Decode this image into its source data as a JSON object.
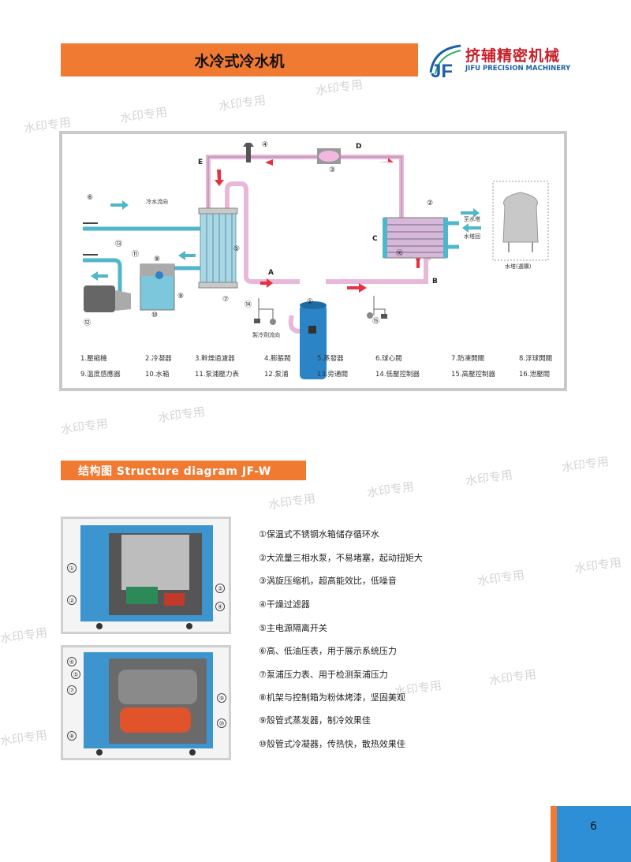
{
  "header": {
    "title": "水冷式冷水机"
  },
  "logo": {
    "mark": "JF",
    "name_cn": "挤辅精密机械",
    "name_en": "JIFU PRECISION MACHINERY"
  },
  "diagram": {
    "point_labels": [
      "A",
      "B",
      "C",
      "D",
      "E"
    ],
    "numbers": [
      "①",
      "②",
      "③",
      "④",
      "⑤",
      "⑥",
      "⑦",
      "⑧",
      "⑨",
      "⑩",
      "⑪",
      "⑫",
      "⑬",
      "⑭",
      "⑮",
      "⑯"
    ],
    "chilled_water_flow": "冷水流向",
    "to_tower": "至水塔",
    "tower_return": "水塔回",
    "tower_caption": "水塔(選購)",
    "refrigerant_flow": "製冷劑流向",
    "legend": [
      "1.壓縮機",
      "2.冷凝器",
      "3.幹燥過濾器",
      "4.膨脹閥",
      "5.蒸發器",
      "6.球心閥",
      "7.防凍開關",
      "8.浮球開關",
      "9.溫度感應器",
      "10.水箱",
      "11.泵浦壓力表",
      "12.泵浦",
      "13.旁通閥",
      "14.低壓控制器",
      "15.高壓控制器",
      "16.泄壓閥"
    ]
  },
  "section": {
    "title": "结构图 Structure diagram JF-W"
  },
  "photo1_labels": [
    "①",
    "②",
    "③",
    "④"
  ],
  "photo2_labels": [
    "⑥",
    "⑤",
    "⑦",
    "⑧",
    "⑨",
    "⑩"
  ],
  "features": [
    "①保温式不锈钢水箱储存循环水",
    "②大流量三相水泵，不易堵塞，起动扭矩大",
    "③涡旋压缩机，超高能效比，低噪音",
    "④干燥过滤器",
    "⑤主电源隔离开关",
    "⑥高、低油压表，用于展示系统压力",
    "⑦泵浦压力表、用于检测泵浦压力",
    "⑧机架与控制箱为粉体烤漆，坚固美观",
    "⑨殼管式蒸发器，制冷效果佳",
    "⑩殼管式冷凝器，传热快，散热效果佳"
  ],
  "watermark": "水印专用",
  "page": {
    "number": "6"
  },
  "colors": {
    "orange": "#f07a32",
    "blue": "#2f8fd6",
    "pipe": "#e8b8d8",
    "water": "#4fb7c9",
    "arrow": "#e83040"
  }
}
